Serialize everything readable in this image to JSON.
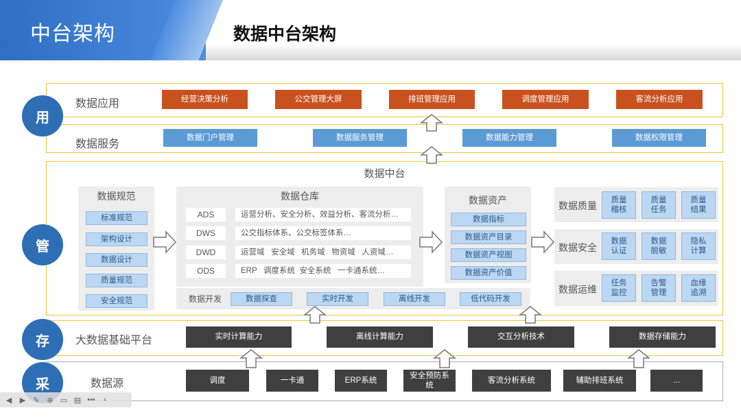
{
  "header": {
    "section_title": "中台架构",
    "slide_title": "数据中台架构"
  },
  "circles": {
    "use": "用",
    "manage": "管",
    "store": "存",
    "collect": "采"
  },
  "app_layer": {
    "label": "数据应用",
    "items": [
      "经营决策分析",
      "公交管理大屏",
      "排班管理应用",
      "调度管理应用",
      "客流分析应用"
    ]
  },
  "service_layer": {
    "label": "数据服务",
    "items": [
      "数据门户管理",
      "数据服务管理",
      "数据能力管理",
      "数据权限管理"
    ]
  },
  "middle": {
    "title": "数据中台",
    "spec": {
      "title": "数据规范",
      "items": [
        "标准规范",
        "架构设计",
        "数据设计",
        "质量规范",
        "安全规范"
      ]
    },
    "warehouse": {
      "title": "数据仓库",
      "rows": [
        {
          "layer": "ADS",
          "content": "运营分析、安全分析、效益分析、客流分析…"
        },
        {
          "layer": "DWS",
          "content": "公交指标体系、公交标签体系…"
        },
        {
          "layer": "DWD",
          "content": "运营域   安全域   机务域   物资域   人资域…"
        },
        {
          "layer": "ODS",
          "content": "ERP   调度系统  安全系统   一卡通系统…"
        }
      ]
    },
    "dev": {
      "label": "数据开发",
      "items": [
        "数据探查",
        "实时开发",
        "离线开发",
        "低代码开发"
      ]
    },
    "assets": {
      "title": "数据资产",
      "items": [
        "数据指标",
        "数据资产目录",
        "数据资产视图",
        "数据资产价值"
      ]
    },
    "quality": {
      "title": "数据质量",
      "items": [
        "质量\n稽核",
        "质量\n任务",
        "质量\n结果"
      ]
    },
    "security": {
      "title": "数据安全",
      "items": [
        "数据\n认证",
        "数据\n脱敏",
        "隐私\n计算"
      ]
    },
    "ops": {
      "title": "数据运维",
      "items": [
        "任务\n监控",
        "告警\n管理",
        "血缘\n追溯"
      ]
    }
  },
  "platform": {
    "label": "大数据基础平台",
    "items": [
      "实时计算能力",
      "离线计算能力",
      "交互分析技术",
      "数据存储能力"
    ]
  },
  "sources": {
    "label": "数据源",
    "items": [
      "调度",
      "一卡通",
      "ERP系统",
      "安全预防系\n统",
      "客流分析系统",
      "辅助排班系统",
      "..."
    ]
  },
  "colors": {
    "orange": "#c9511e",
    "blue": "#5b9bd5",
    "light_blue": "#bcd7f1",
    "dark": "#3f3f3f",
    "frame": "#f0c23a",
    "circle": "#2e6eb5"
  }
}
